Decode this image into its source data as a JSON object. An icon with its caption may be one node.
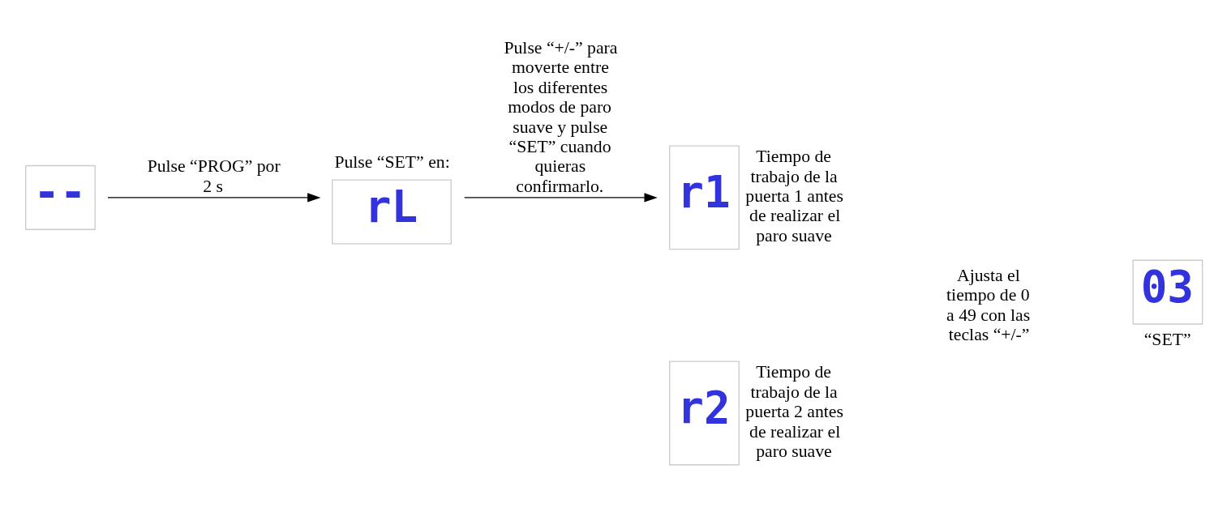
{
  "diagram": {
    "nodes": [
      {
        "text": [
          "--"
        ]
      },
      {
        "text": [
          "rL"
        ],
        "beside": [
          "Pulse “SET” en:"
        ]
      },
      {
        "text": [
          "r1"
        ],
        "beside": [
          "Tiempo de trabajo de la puerta 1 antes de realizar el paro suave"
        ]
      },
      {
        "text": [
          "r2"
        ],
        "beside": [
          "Tiempo de trabajo de la puerta 2 antes de realizar el paro suave"
        ]
      },
      {
        "text": [
          "03"
        ],
        "beside": [
          "“SET”"
        ]
      }
    ],
    "edges": [
      {
        "from": 0,
        "to": 1,
        "arrow": "to",
        "label": "Pulse “PROG” por 2 s"
      },
      {
        "from": 1,
        "to": 2,
        "arrow": "to",
        "label": "Pulse “+/-” para moverte entre los diferentes modos de paro suave y pulse “SET” cuando quieras confirmarlo."
      }
    ],
    "labels": [
      "Ajusta el tiempo de 0 a 49 con las teclas “+/-”"
    ]
  }
}
